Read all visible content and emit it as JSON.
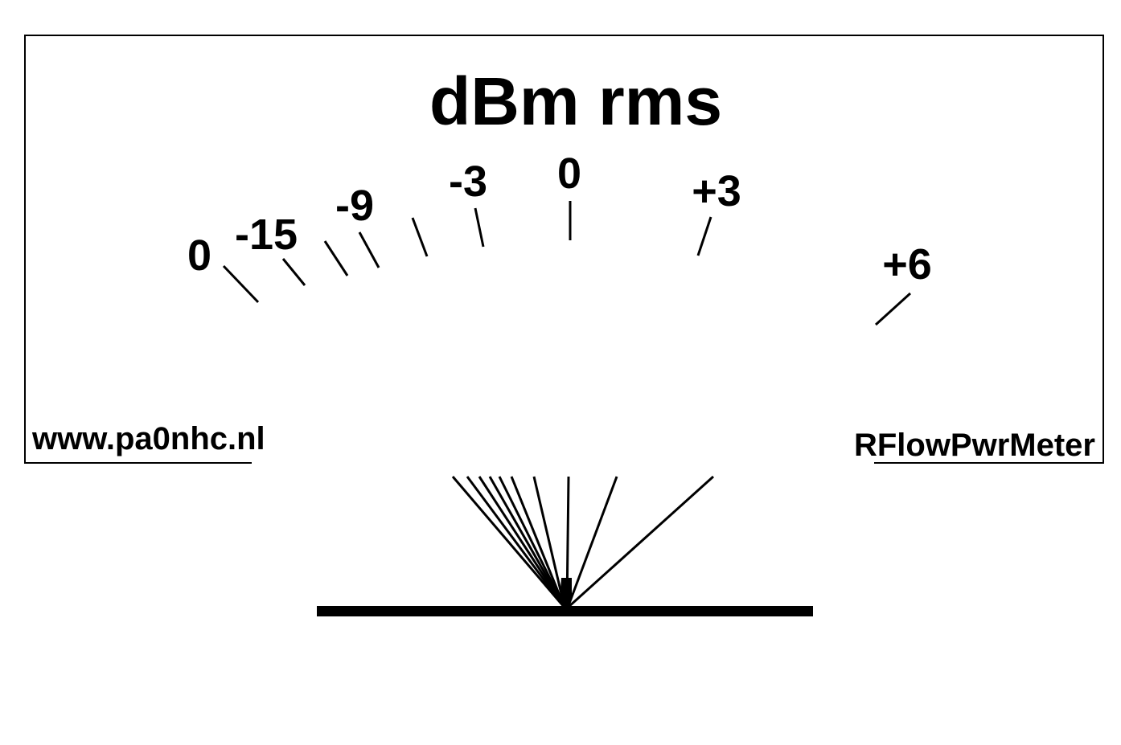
{
  "meter": {
    "title": "dBm rms",
    "scale_labels": [
      "0",
      "-15",
      "-9",
      "-3",
      "0",
      "+3",
      "+6"
    ],
    "website": "www.pa0nhc.nl",
    "model": "RFlowPwrMeter"
  },
  "colors": {
    "ink": "#000000",
    "background": "#ffffff"
  }
}
